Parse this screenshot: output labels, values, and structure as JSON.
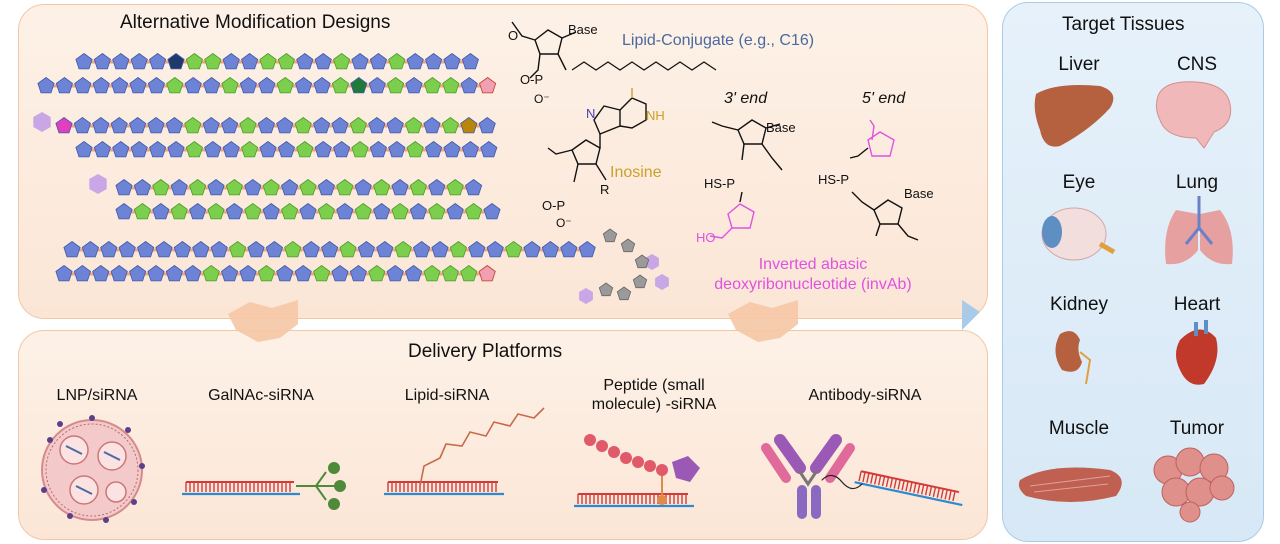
{
  "modifications": {
    "title": "Alternative Modification Designs",
    "lipid_conjugate": "Lipid-Conjugate (e.g., C16)",
    "inosine": "Inosine",
    "end3": "3' end",
    "end5": "5' end",
    "invab_line1": "Inverted abasic",
    "invab_line2": "deoxyribonucleotide (invAb)",
    "chem": {
      "base": "Base",
      "o": "O",
      "op": "O-P",
      "om": "O⁻",
      "hs": "HS-P",
      "r": "R",
      "n": "N",
      "nh": "NH",
      "ho": "HO"
    }
  },
  "delivery": {
    "title": "Delivery Platforms",
    "platforms": [
      "LNP/siRNA",
      "GalNAc-siRNA",
      "Lipid-siRNA",
      "Peptide (small",
      "molecule) -siRNA",
      "Antibody-siRNA"
    ]
  },
  "targets": {
    "title": "Target Tissues",
    "tissues": [
      "Liver",
      "CNS",
      "Eye",
      "Lung",
      "Kidney",
      "Heart",
      "Muscle",
      "Tumor"
    ]
  },
  "colors": {
    "panel_peach": "#fbe6d6",
    "panel_blue": "#d7e8f6",
    "nt_blue": "#6d84d6",
    "nt_green": "#7ccf4c",
    "invab_magenta": "#e052e0",
    "inosine_gold": "#c9a227",
    "lipid_blue": "#4a6aa0"
  }
}
